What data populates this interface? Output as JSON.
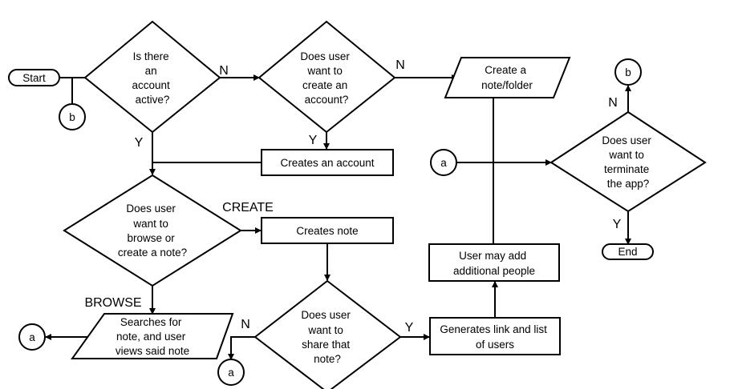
{
  "diagram": {
    "nodes": {
      "start": "Start",
      "connector_b_left": "b",
      "q_account_active": [
        "Is there",
        "an",
        "account",
        "active?"
      ],
      "q_create_account": [
        "Does user",
        "want to",
        "create an",
        "account?"
      ],
      "create_note_folder": [
        "Create a",
        "note/folder"
      ],
      "connector_b_right": "b",
      "connector_a_mid": "a",
      "q_terminate": [
        "Does user",
        "want to",
        "terminate",
        "the app?"
      ],
      "end": "End",
      "creates_account": "Creates an account",
      "q_browse_create": [
        "Does user",
        "want to",
        "browse or",
        "create a note?"
      ],
      "creates_note": "Creates note",
      "user_add_people": [
        "User may add",
        "additional people"
      ],
      "searches_note": [
        "Searches for",
        "note, and user",
        "views said note"
      ],
      "connector_a_left": "a",
      "q_share": [
        "Does user",
        "want to",
        "share that",
        "note?"
      ],
      "connector_a_bottom": "a",
      "generates_link": [
        "Generates link and list",
        "of users"
      ]
    },
    "edge_labels": {
      "account_no": "N",
      "account_yes": "Y",
      "create_no": "N",
      "create_yes": "Y",
      "terminate_no": "N",
      "terminate_yes": "Y",
      "create_branch": "CREATE",
      "browse_branch": "BROWSE",
      "share_no": "N",
      "share_yes": "Y"
    }
  },
  "colors": {
    "stroke": "#000000",
    "fill": "#ffffff",
    "text": "#000000"
  }
}
